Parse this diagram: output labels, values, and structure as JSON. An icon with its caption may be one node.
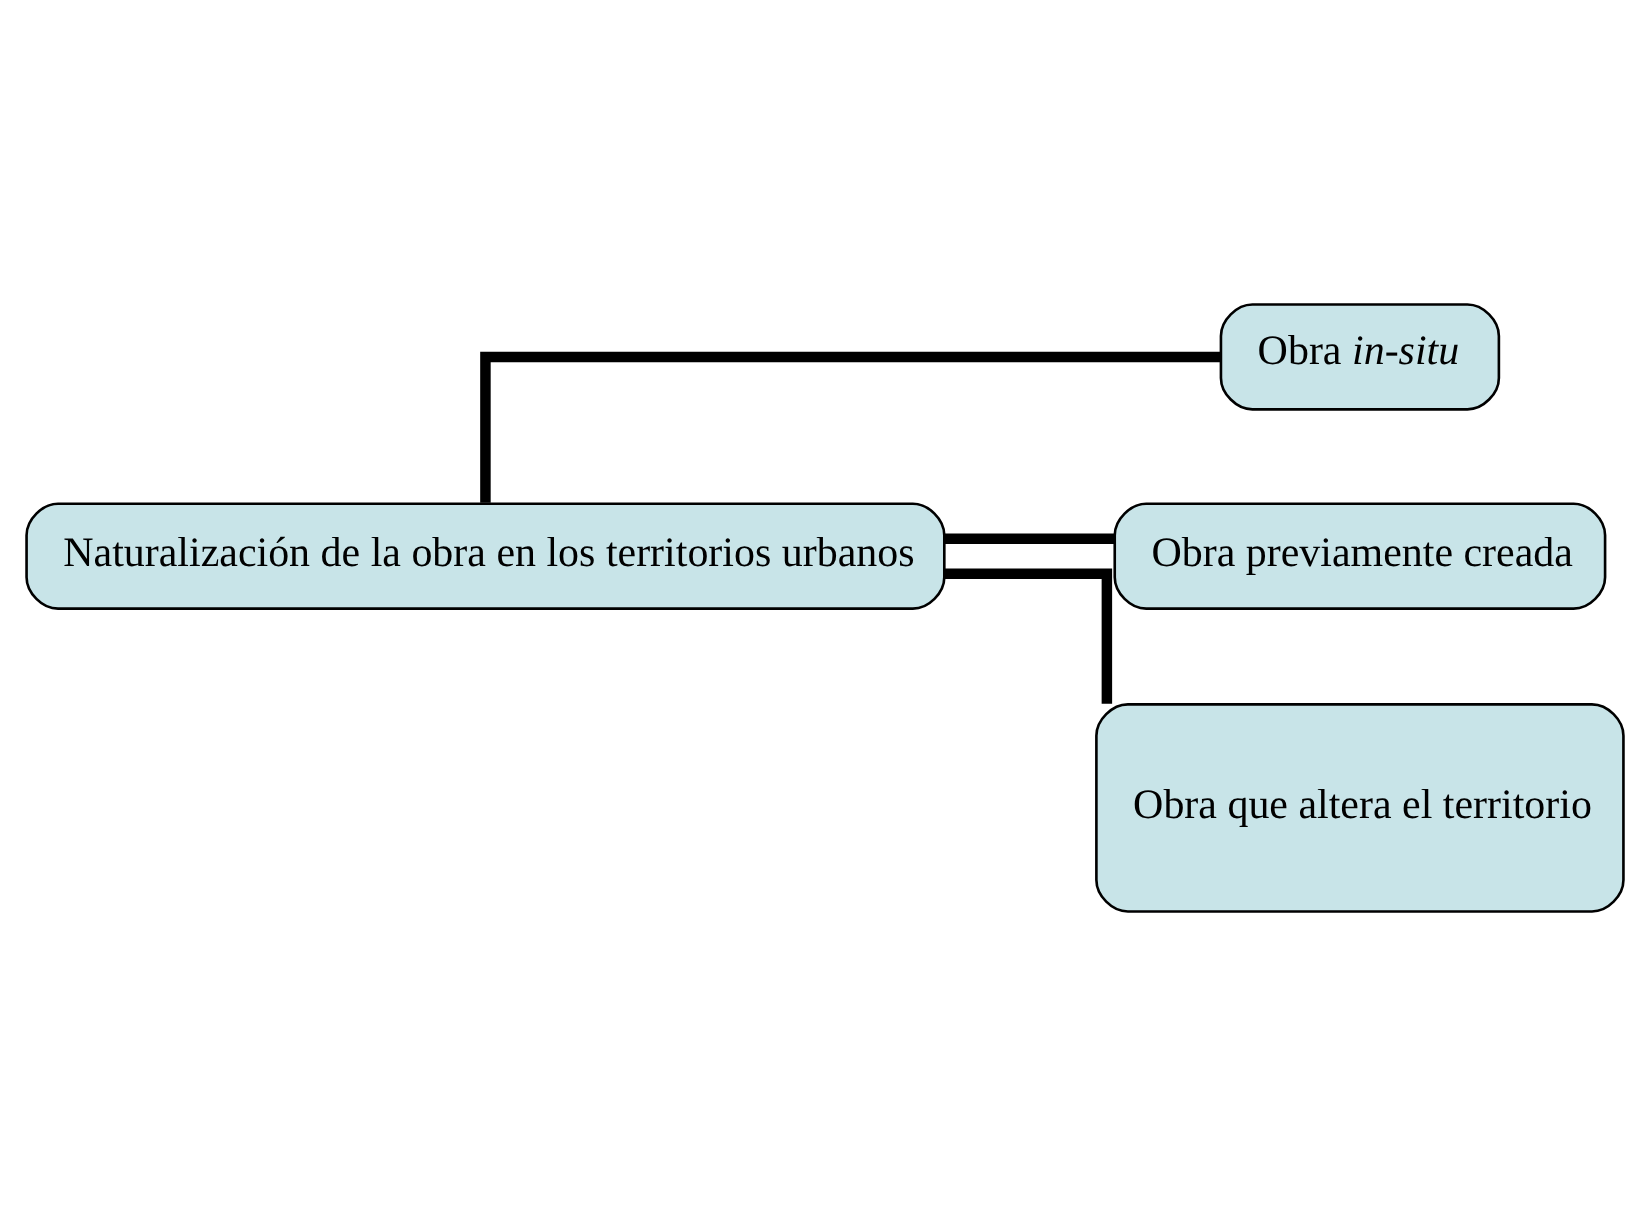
{
  "diagram": {
    "nodes": [
      {
        "text": [
          "Naturalización de la obra en los territorios urbanos"
        ]
      },
      {
        "text": [
          "Obra *in-situ*"
        ]
      },
      {
        "text": [
          "Obra previamente creada"
        ]
      },
      {
        "text": [
          "Obra que altera el territorio"
        ]
      }
    ],
    "edges": [
      {
        "from": 0,
        "to": 1,
        "arrow": "none"
      },
      {
        "from": 0,
        "to": 2,
        "arrow": "none"
      },
      {
        "from": 0,
        "to": 3,
        "arrow": "none"
      }
    ]
  }
}
